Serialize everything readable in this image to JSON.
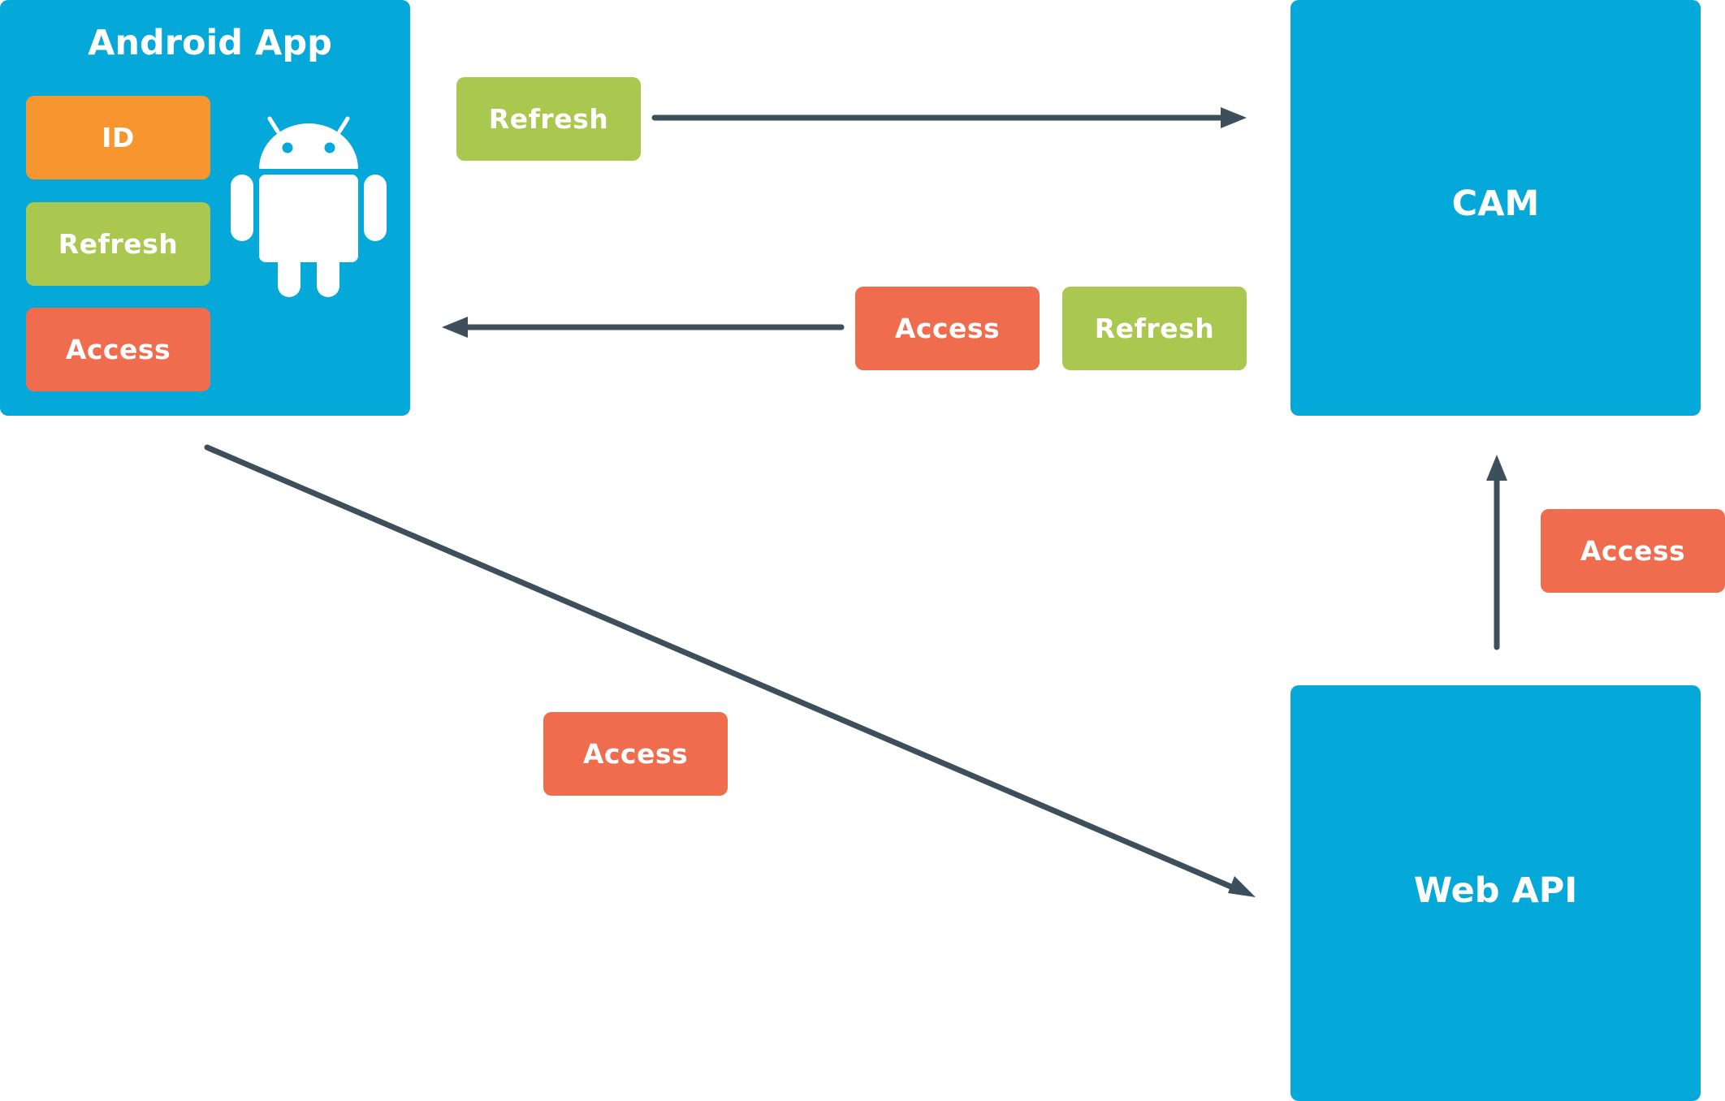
{
  "colors": {
    "box": "#04a9da",
    "id_token": "#f7962f",
    "refresh_token": "#aac74f",
    "access_token": "#ef6d4e",
    "arrow": "#3d4f5b"
  },
  "android_app": {
    "title": "Android App",
    "icon": "android-robot-icon",
    "tokens": {
      "id": "ID",
      "refresh": "Refresh",
      "access": "Access"
    }
  },
  "cam": {
    "title": "CAM"
  },
  "web_api": {
    "title": "Web API"
  },
  "flows": {
    "app_to_cam": {
      "token": "Refresh"
    },
    "cam_to_app": {
      "tokens": [
        "Access",
        "Refresh"
      ]
    },
    "app_to_api": {
      "token": "Access"
    },
    "api_to_cam": {
      "token": "Access"
    }
  }
}
